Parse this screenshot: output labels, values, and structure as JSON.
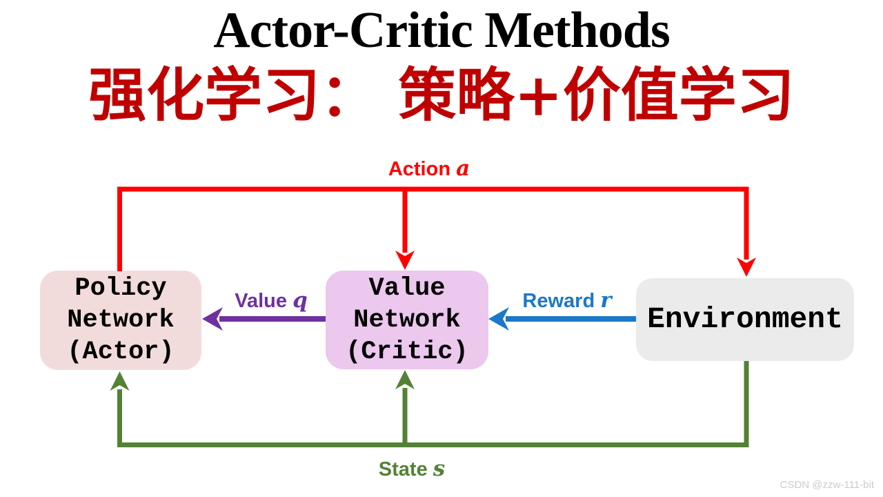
{
  "header": {
    "title": "Actor-Critic Methods",
    "title_color": "#000000",
    "subtitle": "强化学习： 策略+价值学习",
    "subtitle_color": "#C00000"
  },
  "nodes": {
    "policy": {
      "lines": [
        "Policy",
        "Network",
        "(Actor)"
      ],
      "fill": "#F2DCDB"
    },
    "value": {
      "lines": [
        "Value",
        "Network",
        "(Critic)"
      ],
      "fill": "#ECC7EE"
    },
    "environment": {
      "label": "Environment",
      "fill": "#EBEBEB"
    }
  },
  "edges": {
    "action": {
      "label": "Action",
      "variable": "a",
      "color": "#FF0000",
      "from": "Policy Network (Actor)",
      "to": "Value Network (Critic), Environment"
    },
    "value_q": {
      "label": "Value",
      "variable": "q",
      "color": "#7030A0",
      "from": "Value Network (Critic)",
      "to": "Policy Network (Actor)"
    },
    "reward": {
      "label": "Reward",
      "variable": "r",
      "color": "#1B78C8",
      "from": "Environment",
      "to": "Value Network (Critic)"
    },
    "state": {
      "label": "State",
      "variable": "s",
      "color": "#538135",
      "from": "Environment",
      "to": "Policy Network (Actor), Value Network (Critic)"
    }
  },
  "watermark": "CSDN @zzw-111-bit"
}
